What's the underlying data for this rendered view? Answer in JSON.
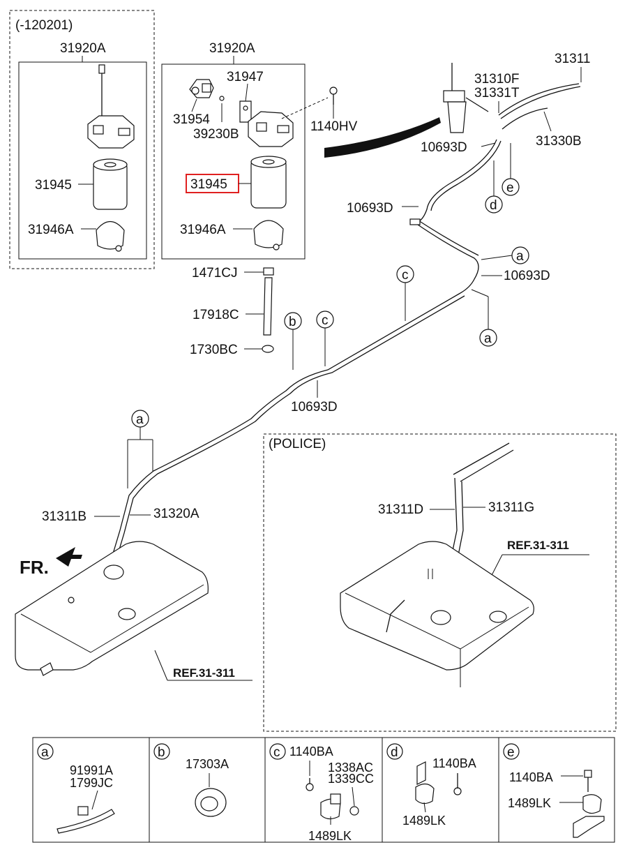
{
  "diagram": {
    "variant_labels": {
      "early": "(-120201)",
      "police": "(POLICE)"
    },
    "parts": {
      "p31920A_left": "31920A",
      "p31945_left": "31945",
      "p31946A_left": "31946A",
      "p31920A": "31920A",
      "p31947": "31947",
      "p31954": "31954",
      "p39230B": "39230B",
      "p1140HV": "1140HV",
      "p31945": "31945",
      "p31946A": "31946A",
      "p1471CJ": "1471CJ",
      "p17918C": "17918C",
      "p1730BC": "1730BC",
      "p31311": "31311",
      "p31310F": "31310F",
      "p31331T": "31331T",
      "p31330B": "31330B",
      "p10693D_1": "10693D",
      "p10693D_2": "10693D",
      "p10693D_3": "10693D",
      "p10693D_4": "10693D",
      "p31311B": "31311B",
      "p31320A": "31320A",
      "p31311D": "31311D",
      "p31311G": "31311G"
    },
    "refs": {
      "tank_left": "REF.31-311",
      "tank_police": "REF.31-311"
    },
    "front_label": "FR.",
    "callouts": [
      "a",
      "b",
      "c",
      "d",
      "e"
    ],
    "legend": [
      {
        "key": "a",
        "parts": [
          "91991A",
          "1799JC"
        ]
      },
      {
        "key": "b",
        "parts": [
          "17303A"
        ]
      },
      {
        "key": "c",
        "parts": [
          "1140BA",
          "1338AC",
          "1339CC",
          "1489LK"
        ]
      },
      {
        "key": "d",
        "parts": [
          "1140BA",
          "1489LK"
        ]
      },
      {
        "key": "e",
        "parts": [
          "1140BA",
          "1489LK"
        ]
      }
    ],
    "highlight_color": "#e02020"
  }
}
